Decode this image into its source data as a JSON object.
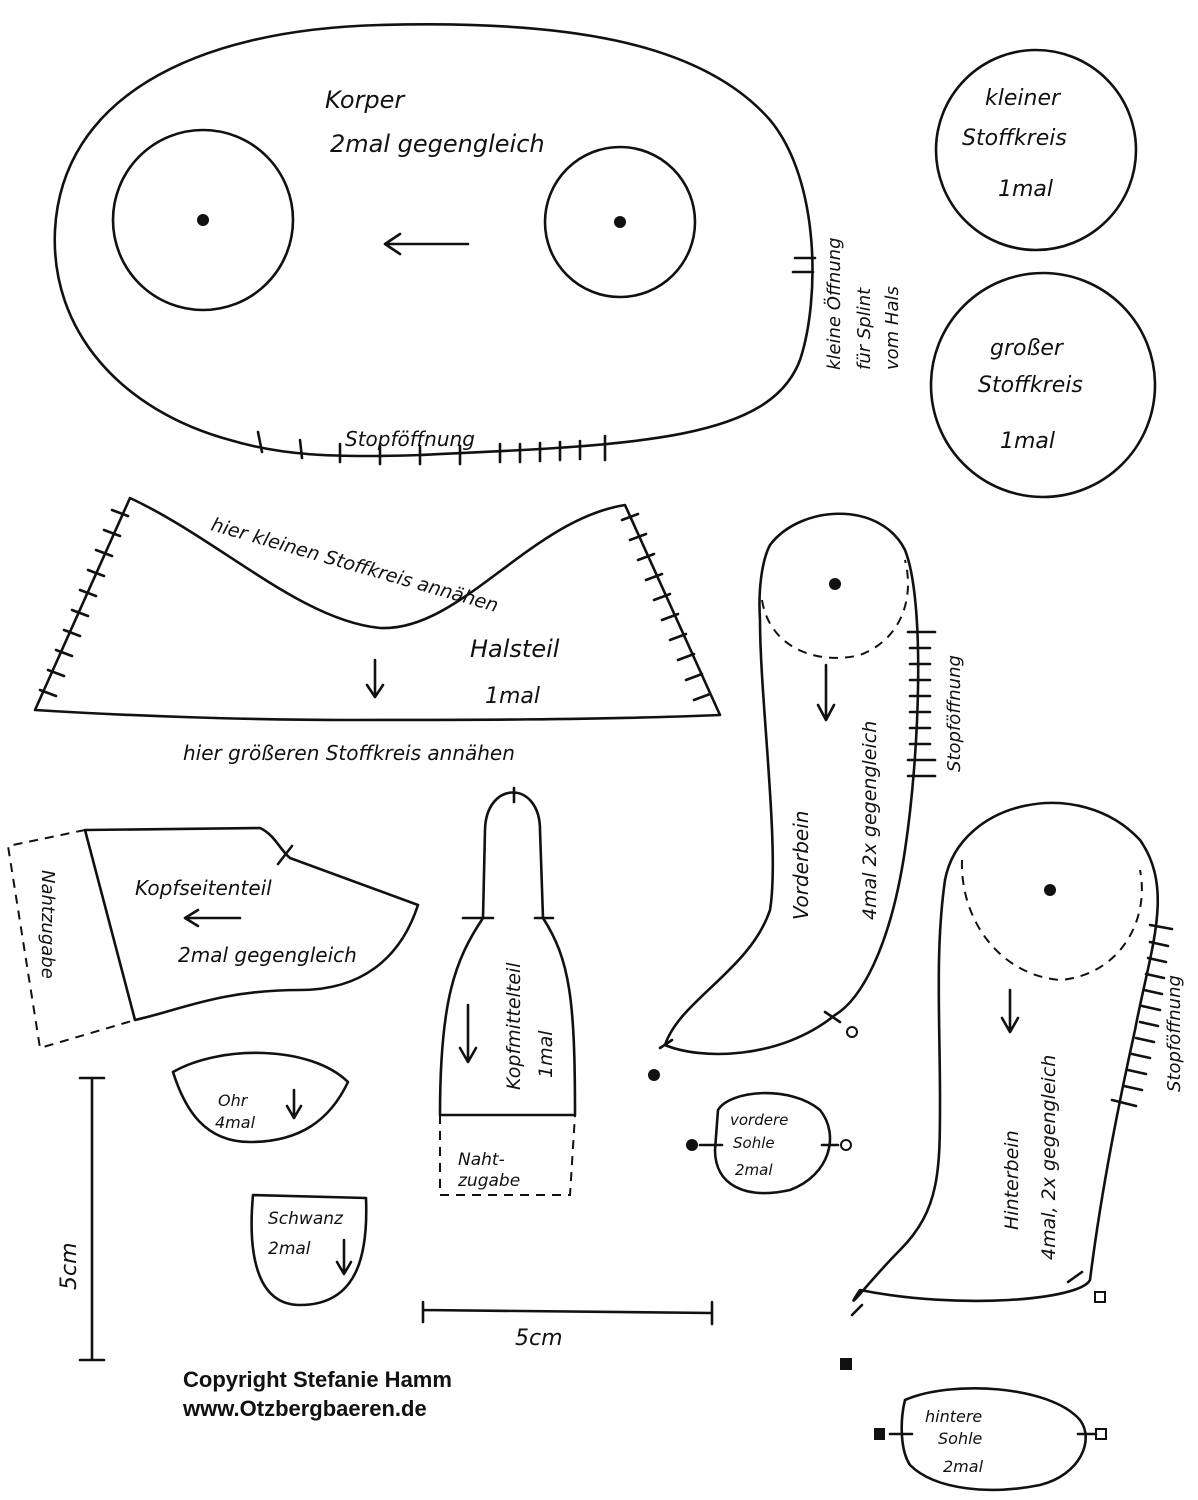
{
  "document": {
    "title": "Bear sewing pattern",
    "accent_color": "#111111",
    "background_color": "#ffffff"
  },
  "pieces": {
    "body": {
      "name": "Korper",
      "count": "2mal gegengleich",
      "opening": "Stopföffnung",
      "side_note": [
        "kleine Öffnung",
        "für Splint",
        "vom Hals"
      ]
    },
    "small_circle": {
      "name": [
        "kleiner",
        "Stoffkreis"
      ],
      "count": "1mal"
    },
    "large_circle": {
      "name": [
        "großer",
        "Stoffkreis"
      ],
      "count": "1mal"
    },
    "neck": {
      "name": "Halsteil",
      "count": "1mal",
      "top_note": "hier kleinen Stoffkreis annähen",
      "bottom_note": "hier größeren Stoffkreis annähen"
    },
    "front_leg": {
      "name": "Vorderbein",
      "count": "4mal 2x gegengleich",
      "opening": "Stopföffnung"
    },
    "head_side": {
      "name": "Kopfseitenteil",
      "count": "2mal gegengleich",
      "allowance": "Nahtzugabe"
    },
    "head_middle": {
      "name": "Kopfmittelteil",
      "count": "1mal",
      "allowance": [
        "Naht-",
        "zugabe"
      ]
    },
    "ear": {
      "name": "Ohr",
      "count": "4mal"
    },
    "tail": {
      "name": "Schwanz",
      "count": "2mal"
    },
    "front_sole": {
      "name": [
        "vordere",
        "Sohle"
      ],
      "count": "2mal"
    },
    "hind_leg": {
      "name": "Hinterbein",
      "count": "4mal, 2x gegengleich",
      "opening": "Stopföffnung"
    },
    "hind_sole": {
      "name": [
        "hintere",
        "Sohle"
      ],
      "count": "2mal"
    }
  },
  "scale": {
    "vertical": "5cm",
    "horizontal": "5cm"
  },
  "footer": {
    "copyright": "Copyright Stefanie Hamm",
    "website": "www.Otzbergbaeren.de"
  }
}
